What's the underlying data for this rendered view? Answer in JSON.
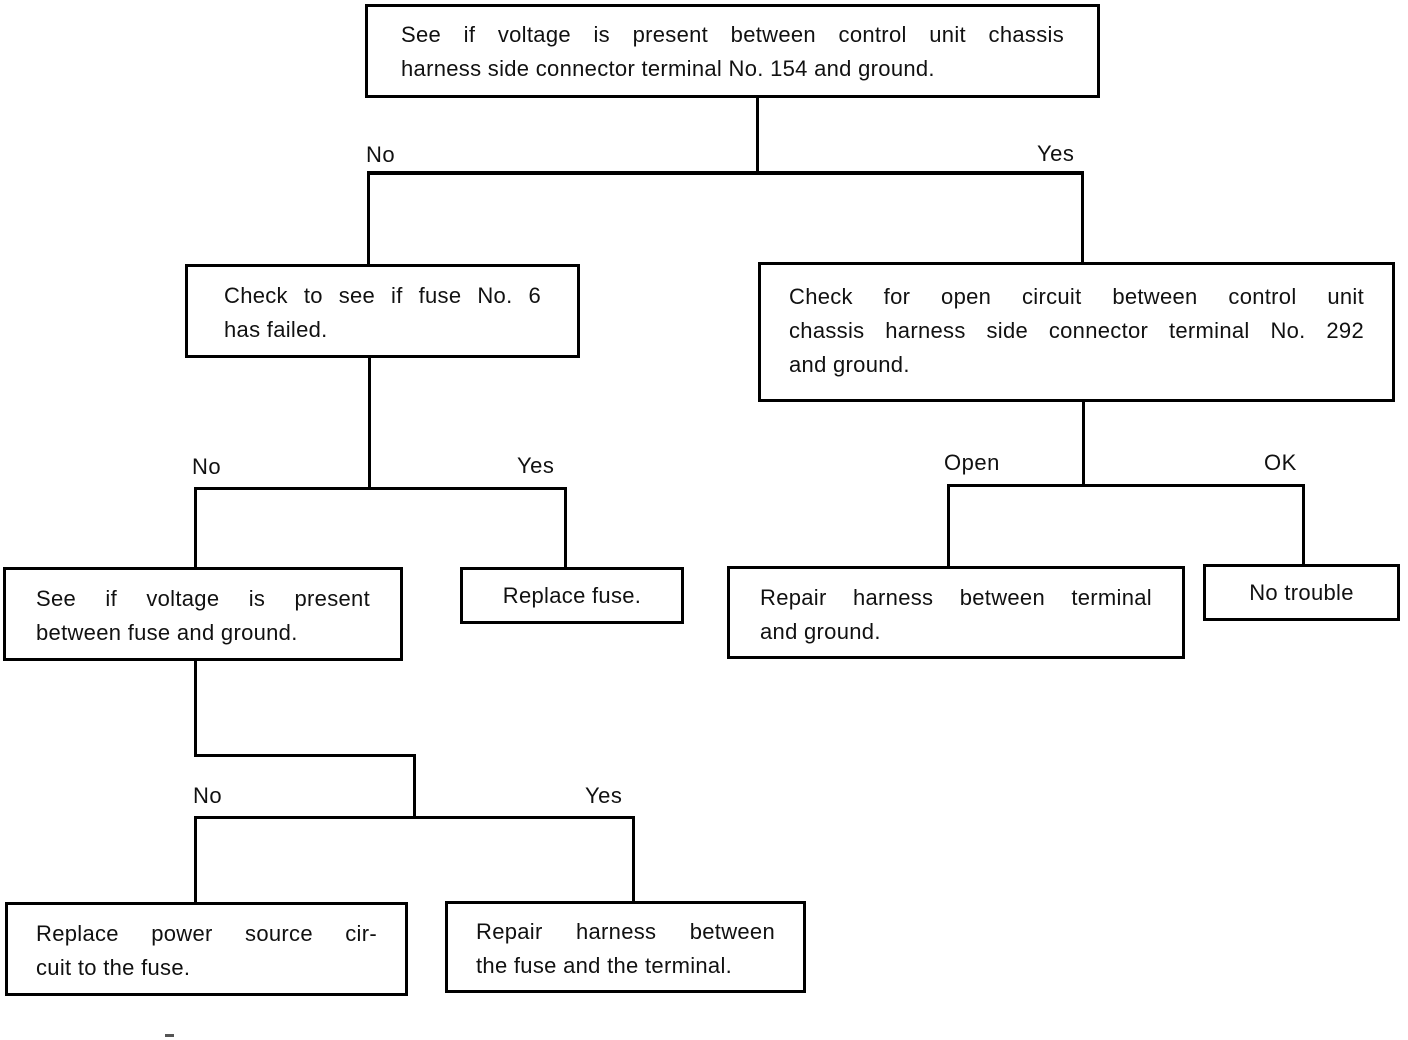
{
  "diagram_type": "troubleshooting-flowchart",
  "nodes": {
    "start": {
      "lines": [
        "See if voltage is present between control unit chassis",
        "harness side connector terminal No. 154 and ground."
      ]
    },
    "check_fuse": {
      "lines": [
        "Check to see if fuse No. 6",
        "has failed."
      ]
    },
    "check_open": {
      "lines": [
        "Check for open circuit between control unit",
        "chassis harness side connector terminal No. 292",
        "and ground."
      ]
    },
    "voltage_fuse": {
      "lines": [
        "See if voltage is present",
        "between fuse and ground."
      ]
    },
    "replace_fuse": {
      "lines": [
        "Replace fuse."
      ]
    },
    "repair_ground": {
      "lines": [
        "Repair harness between terminal",
        "and ground."
      ]
    },
    "no_trouble": {
      "lines": [
        "No trouble"
      ]
    },
    "replace_power": {
      "lines": [
        "Replace power source cir-",
        "cuit to the fuse."
      ]
    },
    "repair_terminal": {
      "lines": [
        "Repair harness between",
        "the fuse and the terminal."
      ]
    }
  },
  "edges": [
    {
      "from": "start",
      "to": "check_fuse",
      "label": "No"
    },
    {
      "from": "start",
      "to": "check_open",
      "label": "Yes"
    },
    {
      "from": "check_fuse",
      "to": "voltage_fuse",
      "label": "No"
    },
    {
      "from": "check_fuse",
      "to": "replace_fuse",
      "label": "Yes"
    },
    {
      "from": "check_open",
      "to": "repair_ground",
      "label": "Open"
    },
    {
      "from": "check_open",
      "to": "no_trouble",
      "label": "OK"
    },
    {
      "from": "voltage_fuse",
      "to": "replace_power",
      "label": "No"
    },
    {
      "from": "voltage_fuse",
      "to": "repair_terminal",
      "label": "Yes"
    }
  ],
  "colors": {
    "line": "#000000",
    "text": "#111111",
    "background": "#ffffff"
  }
}
